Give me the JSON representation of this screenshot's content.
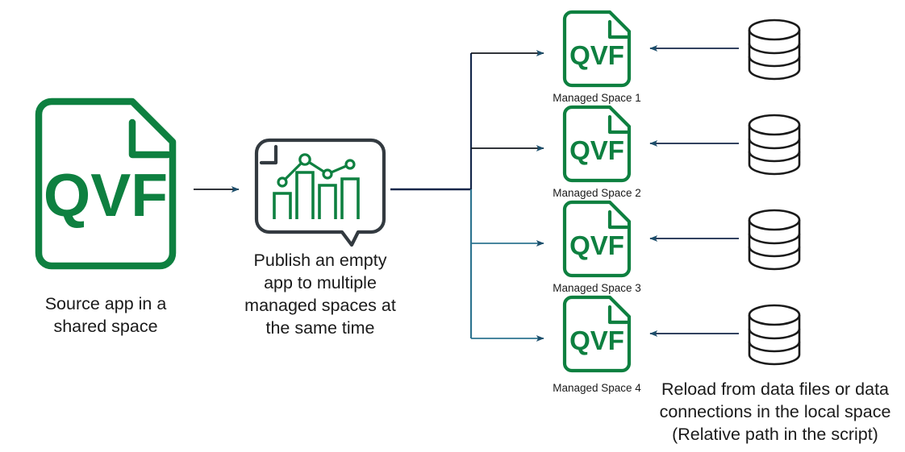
{
  "diagram": {
    "title": "Publish an empty app to multiple managed spaces",
    "colors": {
      "qlik_green": "#0E8040",
      "arrow_navy": "#14274A",
      "arrow_teal": "#2E7490",
      "outline_dark": "#262626",
      "background": "#FFFFFF"
    },
    "source": {
      "icon": "qvf-document-icon",
      "badge_text": "QVF",
      "caption": "Source app in a\nshared space"
    },
    "publisher": {
      "icon": "app-chart-bubble-icon",
      "caption": "Publish an empty\napp to multiple\nmanaged spaces at\nthe same time"
    },
    "targets": [
      {
        "badge_text": "QVF",
        "label": "Managed Space 1",
        "icon": "qvf-document-icon",
        "source_icon": "database-cylinder-icon",
        "branch_color": "#14274A"
      },
      {
        "badge_text": "QVF",
        "label": "Managed Space 2",
        "icon": "qvf-document-icon",
        "source_icon": "database-cylinder-icon",
        "branch_color": "#14274A"
      },
      {
        "badge_text": "QVF",
        "label": "Managed Space 3",
        "icon": "qvf-document-icon",
        "source_icon": "database-cylinder-icon",
        "branch_color": "#2E7490"
      },
      {
        "badge_text": "QVF",
        "label": "Managed Space 4",
        "icon": "qvf-document-icon",
        "source_icon": "database-cylinder-icon",
        "branch_color": "#2E7490"
      }
    ],
    "reload_note": "Reload from data files or data\nconnections in the local space\n(Relative path in the script)"
  }
}
